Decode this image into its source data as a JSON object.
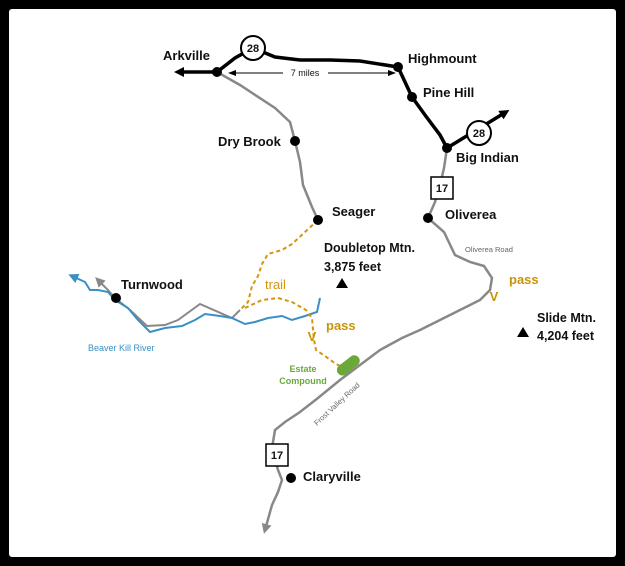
{
  "towns": {
    "arkville": "Arkville",
    "highmount": "Highmount",
    "pine_hill": "Pine Hill",
    "big_indian": "Big Indian",
    "dry_brook": "Dry Brook",
    "seager": "Seager",
    "oliverea": "Oliverea",
    "turnwood": "Turnwood",
    "claryville": "Claryville"
  },
  "peaks": {
    "doubletop_name": "Doubletop Mtn.",
    "doubletop_elev": "3,875 feet",
    "slide_name": "Slide Mtn.",
    "slide_elev": "4,204 feet"
  },
  "routes": {
    "route_28": "28",
    "route_17": "17"
  },
  "labels": {
    "distance": "7 miles",
    "trail": "trail",
    "pass": "pass",
    "pass_symbol": "V",
    "river": "Beaver Kill River",
    "oliverea_road": "Oliverea Road",
    "frost_valley_road": "Frost Valley Road",
    "estate_line1": "Estate",
    "estate_line2": "Compound"
  },
  "colors": {
    "route28": "#000000",
    "road": "#888888",
    "river": "#3a8fc4",
    "trail": "#d4960f",
    "pass": "#c8940a",
    "estate": "#6aa83a"
  }
}
